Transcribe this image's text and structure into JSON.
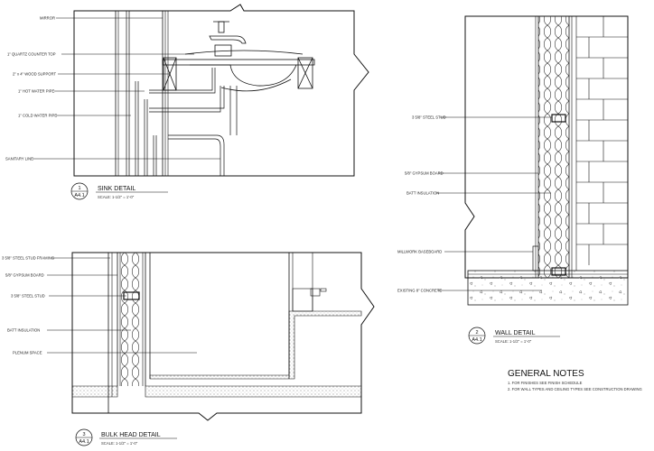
{
  "sink_detail": {
    "bubble_number": "1",
    "bubble_sheet": "A4.1",
    "title": "SINK DETAIL",
    "scale": "SCALE: 1-1/2\" = 1'-0\"",
    "labels": [
      "MIRROR",
      "1\" QUARTZ COUNTER TOP",
      "2\" x 4\" WOOD SUPPORT",
      "1\" HOT WATER PIPE",
      "1\" COLD WATER PIPE",
      "SANITARY LINE"
    ]
  },
  "wall_detail": {
    "bubble_number": "2",
    "bubble_sheet": "A4.1",
    "title": "WALL DETAIL",
    "scale": "SCALE: 1-1/2\" = 1'-0\"",
    "labels": [
      "3 5/8\" STEEL STUD",
      "5/8\" GYPSUM BOARD",
      "BATT INSULATION",
      "MILLWORK BASEBOARD",
      "EXISTING 8\" CONCRETE"
    ]
  },
  "bulkhead_detail": {
    "bubble_number": "3",
    "bubble_sheet": "A4.1",
    "title": "BULK HEAD DETAIL",
    "scale": "SCALE: 1-1/2\" = 1'-0\"",
    "labels": [
      "3 5/8\" STEEL STUD FRAMING",
      "5/8\" GYPSUM BOARD",
      "3 5/8\" STEEL STUD",
      "BATT INSULATION",
      "PLENUM SPACE"
    ]
  },
  "general_notes": {
    "title": "GENERAL NOTES",
    "items": [
      "1. FOR FINISHES SEE FINISH SCHEDULE",
      "2. FOR WALL TYPES AND CEILING TYPES SEE CONSTRUCTION DRAWING"
    ]
  }
}
